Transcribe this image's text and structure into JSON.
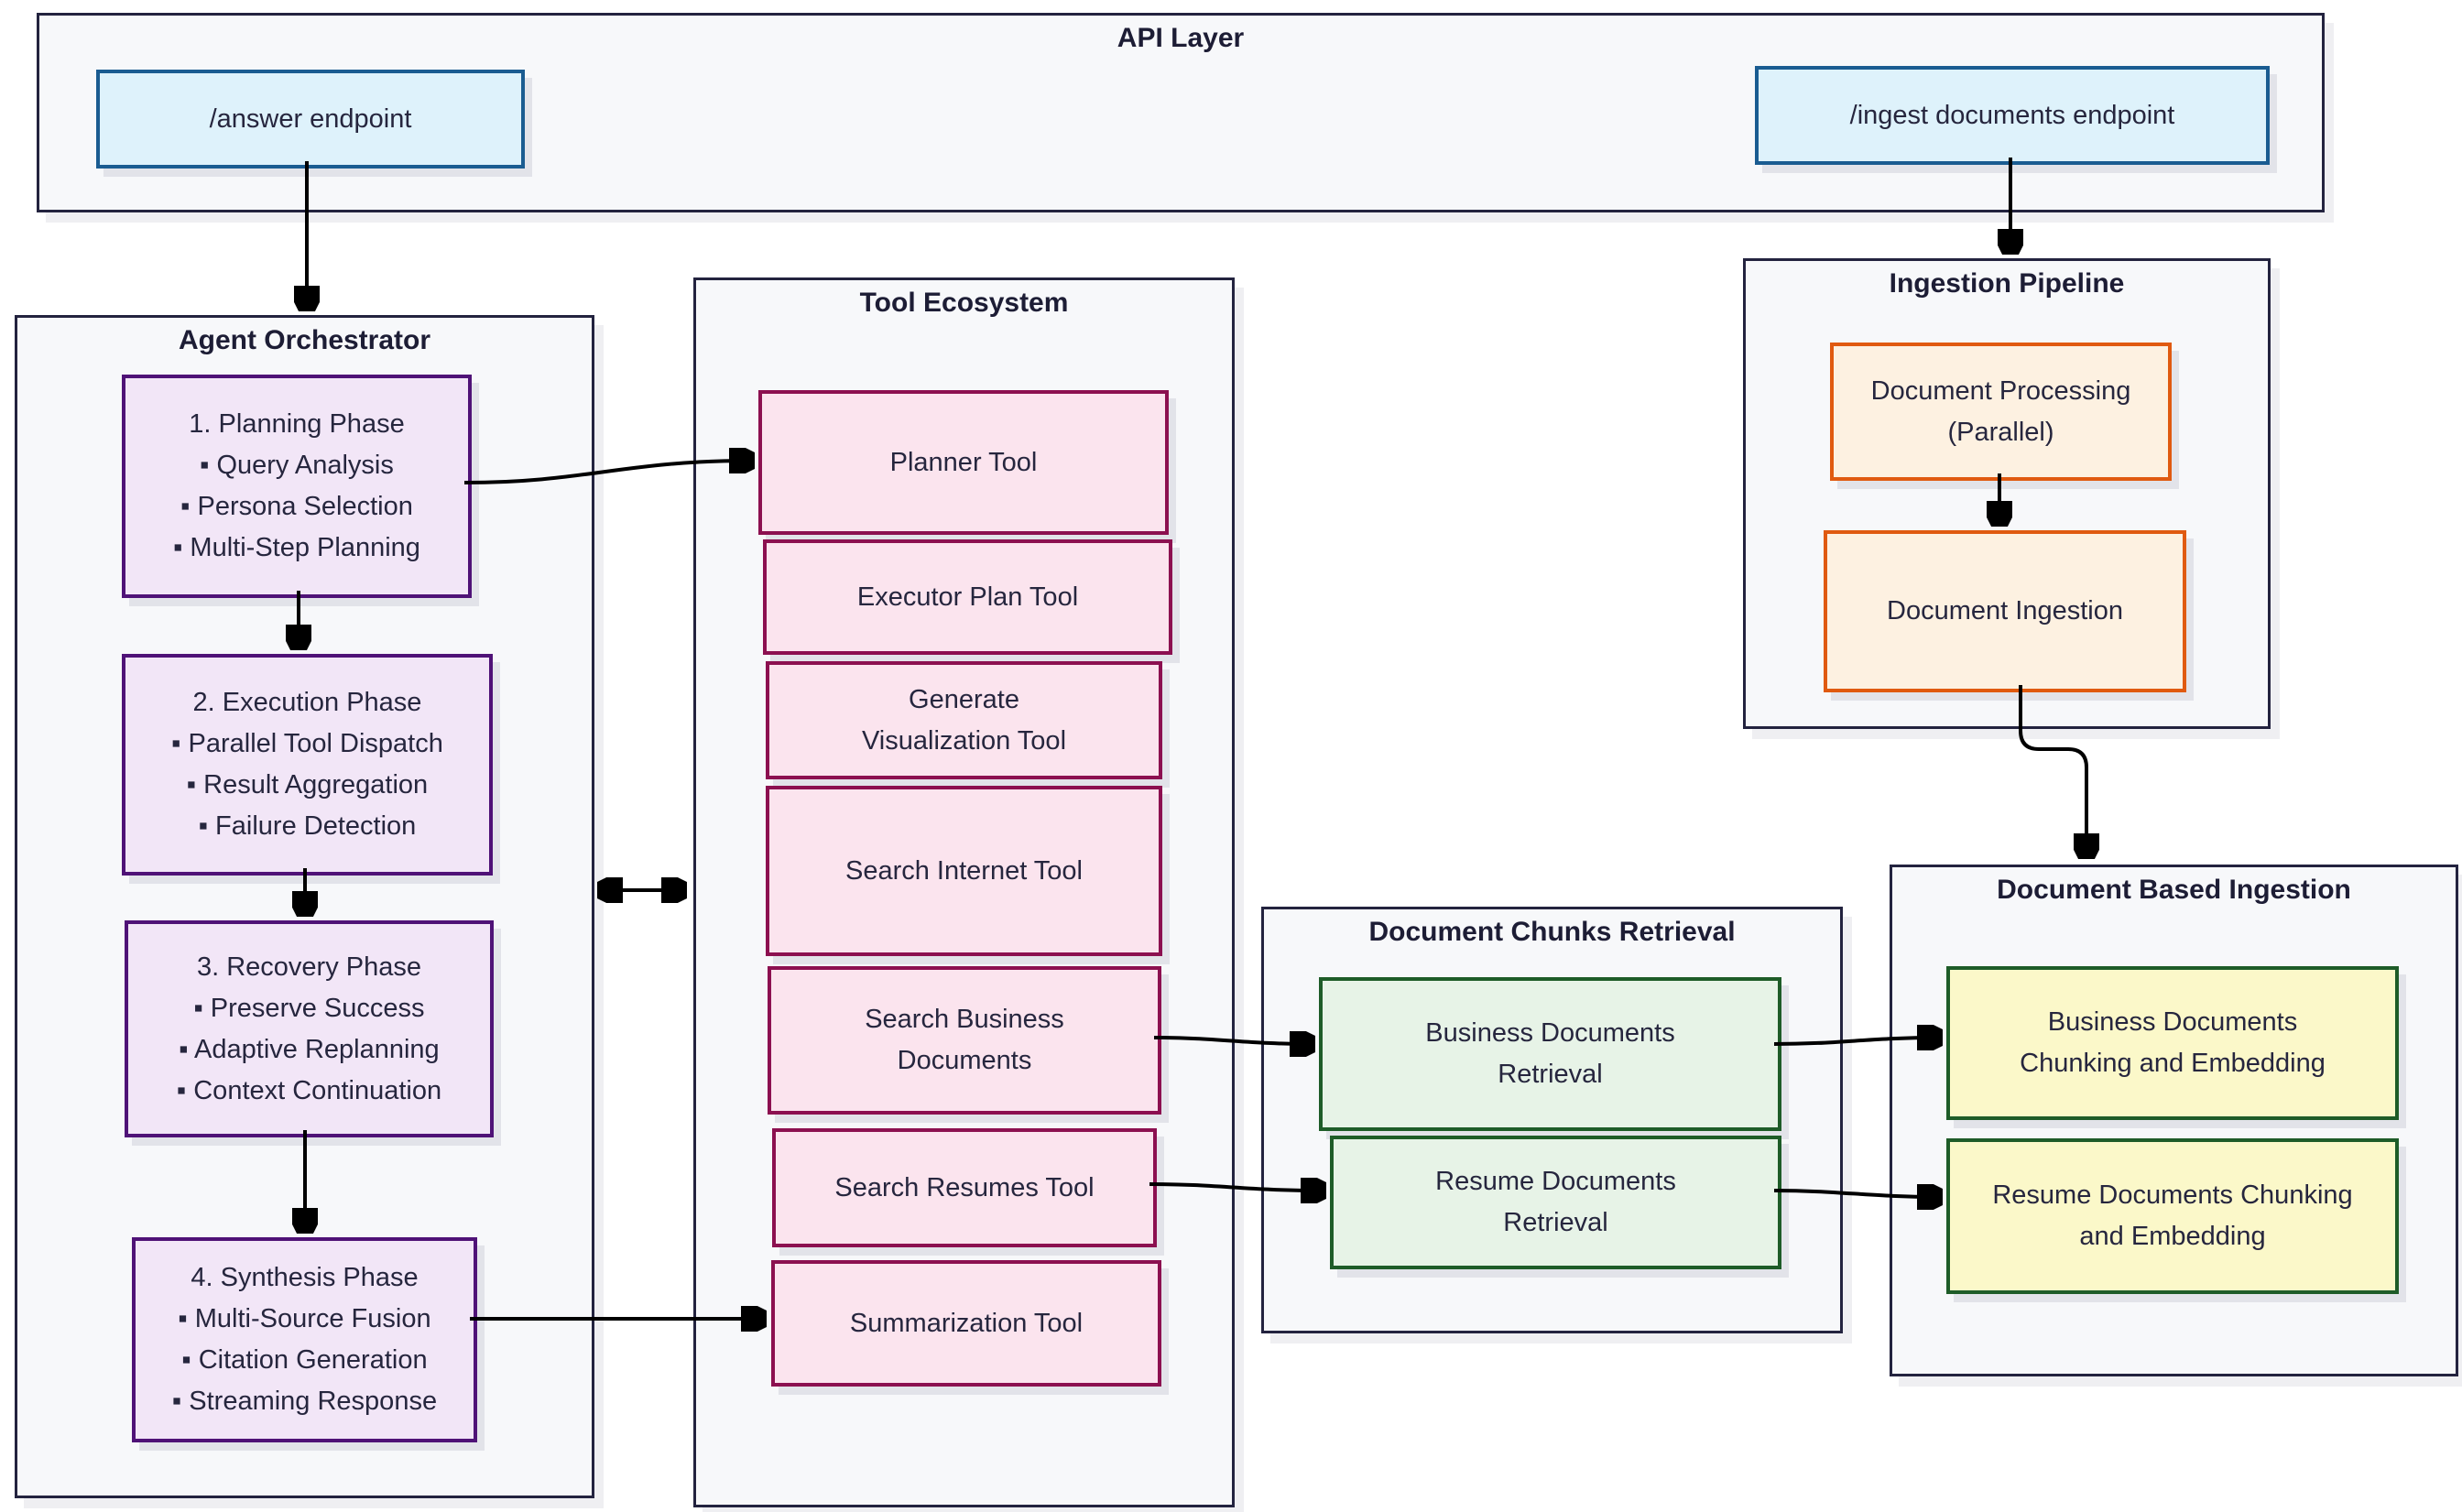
{
  "api_layer": {
    "title": "API Layer",
    "endpoints": [
      {
        "label": "/answer endpoint"
      },
      {
        "label": "/ingest documents endpoint"
      }
    ]
  },
  "agent_orchestrator": {
    "title": "Agent Orchestrator",
    "phases": [
      {
        "lines": [
          "1. Planning Phase",
          "▪ Query Analysis",
          "▪ Persona Selection",
          "▪ Multi-Step Planning"
        ]
      },
      {
        "lines": [
          "2. Execution Phase",
          "▪ Parallel Tool Dispatch",
          "▪ Result Aggregation",
          "▪ Failure Detection"
        ]
      },
      {
        "lines": [
          "3. Recovery Phase",
          "▪ Preserve Success",
          "▪ Adaptive Replanning",
          "▪ Context Continuation"
        ]
      },
      {
        "lines": [
          "4. Synthesis Phase",
          "▪ Multi-Source Fusion",
          "▪ Citation Generation",
          "▪ Streaming Response"
        ]
      }
    ]
  },
  "tool_ecosystem": {
    "title": "Tool Ecosystem",
    "tools": [
      {
        "lines": [
          "Planner Tool"
        ]
      },
      {
        "lines": [
          "Executor Plan Tool"
        ]
      },
      {
        "lines": [
          "Generate",
          "Visualization Tool"
        ]
      },
      {
        "lines": [
          "Search Internet Tool"
        ]
      },
      {
        "lines": [
          "Search Business",
          "Documents"
        ]
      },
      {
        "lines": [
          "Search Resumes Tool"
        ]
      },
      {
        "lines": [
          "Summarization Tool"
        ]
      }
    ]
  },
  "document_chunks_retrieval": {
    "title": "Document Chunks Retrieval",
    "nodes": [
      {
        "lines": [
          "Business Documents",
          "Retrieval"
        ]
      },
      {
        "lines": [
          "Resume Documents",
          "Retrieval"
        ]
      }
    ]
  },
  "ingestion_pipeline": {
    "title": "Ingestion Pipeline",
    "nodes": [
      {
        "lines": [
          "Document Processing",
          "(Parallel)"
        ]
      },
      {
        "lines": [
          "Document Ingestion"
        ]
      }
    ]
  },
  "document_based_ingestion": {
    "title": "Document Based Ingestion",
    "nodes": [
      {
        "lines": [
          "Business Documents",
          "Chunking and Embedding"
        ]
      },
      {
        "lines": [
          "Resume Documents Chunking",
          "and Embedding"
        ]
      }
    ]
  },
  "colors": {
    "cluster_fill": "#f7f8fa",
    "cluster_border": "#23233f",
    "endpoint_fill": "#def2fb",
    "endpoint_border": "#1a5c91",
    "phase_fill": "#f2e6f7",
    "phase_border": "#4f1277",
    "tool_fill": "#fbe4ee",
    "tool_border": "#8c1050",
    "retrieval_fill": "#e7f3e7",
    "retrieval_border": "#1e5c28",
    "chunking_fill": "#fbf8c9",
    "chunking_border": "#1e5c28",
    "pipeline_fill": "#fdf1e1",
    "pipeline_border": "#e05a10",
    "edge": "#000000",
    "text": "#26263e"
  }
}
